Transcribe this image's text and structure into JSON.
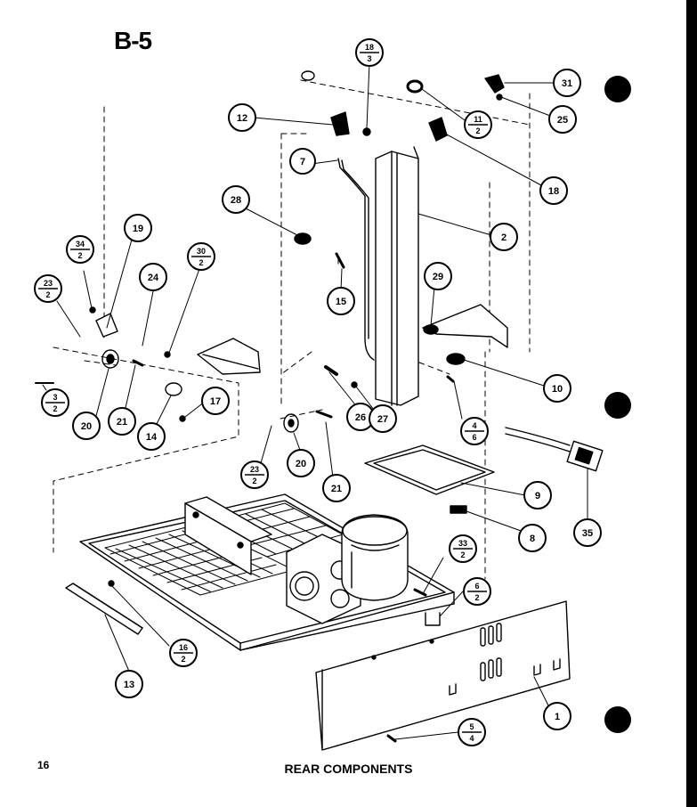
{
  "page_label": "B-5",
  "page_number": "16",
  "caption": "REAR COMPONENTS",
  "callouts": [
    {
      "id": "c31",
      "text": "31"
    },
    {
      "id": "c25",
      "text": "25"
    },
    {
      "id": "c18",
      "text": "18"
    },
    {
      "id": "c12",
      "text": "12"
    },
    {
      "id": "c7",
      "text": "7"
    },
    {
      "id": "c2",
      "text": "2"
    },
    {
      "id": "c28",
      "text": "28"
    },
    {
      "id": "c19",
      "text": "19"
    },
    {
      "id": "c24",
      "text": "24"
    },
    {
      "id": "c15",
      "text": "15"
    },
    {
      "id": "c29",
      "text": "29"
    },
    {
      "id": "c10",
      "text": "10"
    },
    {
      "id": "c17",
      "text": "17"
    },
    {
      "id": "c20a",
      "text": "20"
    },
    {
      "id": "c21a",
      "text": "21"
    },
    {
      "id": "c14",
      "text": "14"
    },
    {
      "id": "c26",
      "text": "26"
    },
    {
      "id": "c27",
      "text": "27"
    },
    {
      "id": "c20b",
      "text": "20"
    },
    {
      "id": "c21b",
      "text": "21"
    },
    {
      "id": "c9",
      "text": "9"
    },
    {
      "id": "c8",
      "text": "8"
    },
    {
      "id": "c35",
      "text": "35"
    },
    {
      "id": "c13",
      "text": "13"
    },
    {
      "id": "c1",
      "text": "1"
    }
  ],
  "fractions": [
    {
      "id": "f18_3",
      "top": "18",
      "bottom": "3"
    },
    {
      "id": "f11_2",
      "top": "11",
      "bottom": "2"
    },
    {
      "id": "f34_2",
      "top": "34",
      "bottom": "2"
    },
    {
      "id": "f30_2",
      "top": "30",
      "bottom": "2"
    },
    {
      "id": "f23_2a",
      "top": "23",
      "bottom": "2"
    },
    {
      "id": "f3_2",
      "top": "3",
      "bottom": "2"
    },
    {
      "id": "f4_6",
      "top": "4",
      "bottom": "6"
    },
    {
      "id": "f23_2b",
      "top": "23",
      "bottom": "2"
    },
    {
      "id": "f33_2",
      "top": "33",
      "bottom": "2"
    },
    {
      "id": "f6_2",
      "top": "6",
      "bottom": "2"
    },
    {
      "id": "f16_2",
      "top": "16",
      "bottom": "2"
    },
    {
      "id": "f5_4",
      "top": "5",
      "bottom": "4"
    }
  ]
}
